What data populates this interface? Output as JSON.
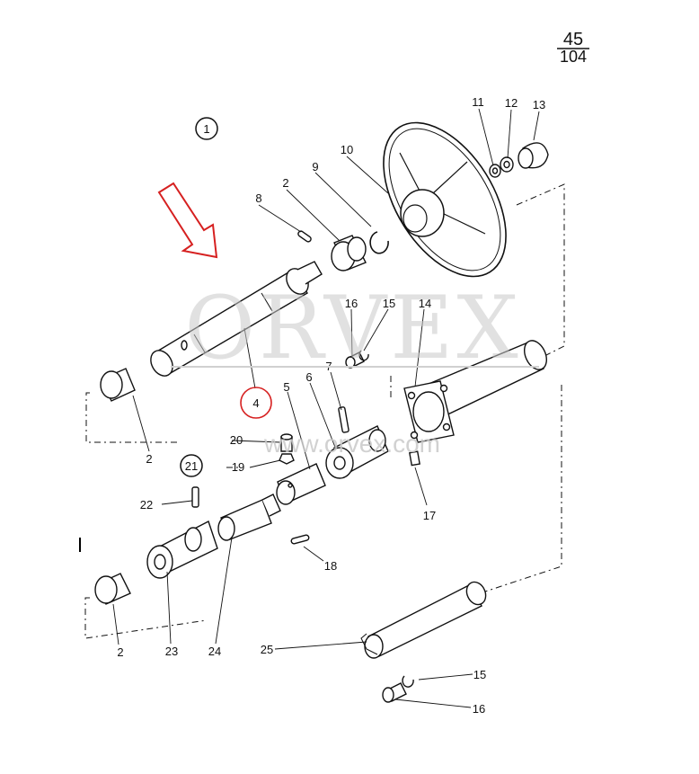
{
  "page_number": {
    "top": "45",
    "bottom": "104"
  },
  "group_circles": [
    "1",
    "21"
  ],
  "watermark": {
    "large": "ORVEX",
    "url": "www.orvex.com"
  },
  "highlight_color": "#d62020",
  "highlighted_label": "4",
  "labels": {
    "p11": "11",
    "p12": "12",
    "p13": "13",
    "p10": "10",
    "p9": "9",
    "p2a": "2",
    "p8": "8",
    "p16a": "16",
    "p15a": "15",
    "p14": "14",
    "p5": "5",
    "p6": "6",
    "p7": "7",
    "p20": "20",
    "p19": "19",
    "p2b": "2",
    "p22": "22",
    "p17": "17",
    "p18": "18",
    "p2c": "2",
    "p23": "23",
    "p24": "24",
    "p25": "25",
    "p15b": "15",
    "p16b": "16"
  }
}
